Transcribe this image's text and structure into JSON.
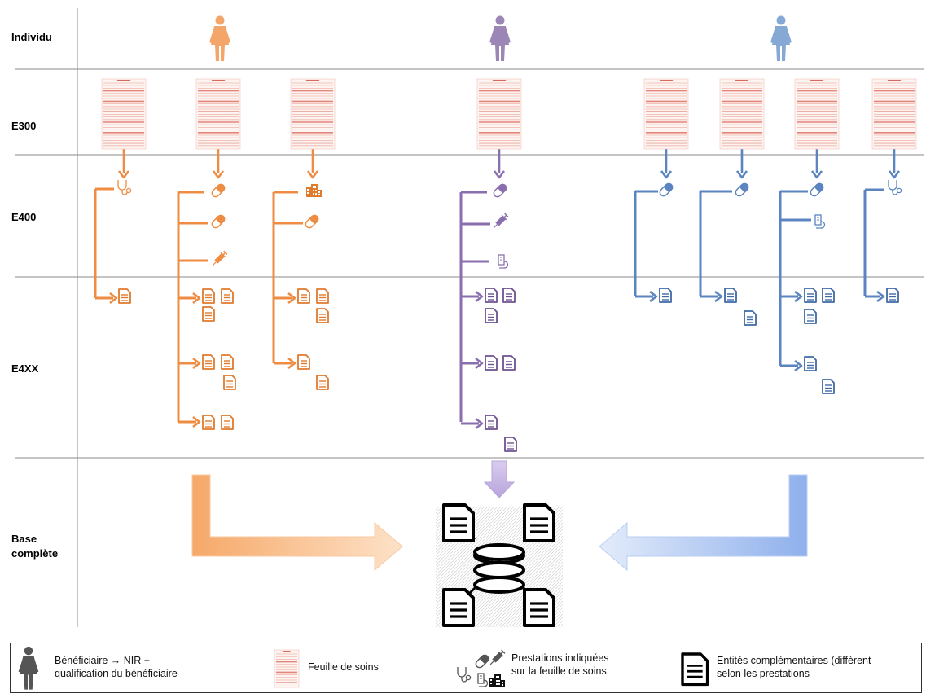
{
  "rows": [
    {
      "label": "Individu"
    },
    {
      "label": "E300"
    },
    {
      "label": "E400"
    },
    {
      "label": "E4XX"
    },
    {
      "label_line1": "Base",
      "label_line2": "complète"
    }
  ],
  "individuals": [
    {
      "color": "#f4a56a",
      "stroke": "#ee8c43",
      "doc": "#e07a2c"
    },
    {
      "color": "#9b86b5",
      "stroke": "#8a6fae",
      "doc": "#6d5291"
    },
    {
      "color": "#86a8d4",
      "stroke": "#5b84c0",
      "doc": "#3f6aa5"
    }
  ],
  "icons": {
    "person": "person-icon",
    "form": "care-sheet-form-icon",
    "stethoscope": "stethoscope-icon",
    "pill": "pill-icon",
    "syringe": "syringe-icon",
    "device": "medical-device-icon",
    "hospital": "hospital-icon",
    "document": "document-icon",
    "database": "database-icon"
  },
  "legend": {
    "beneficiary_line1": "Bénéficiaire → NIR +",
    "beneficiary_line2": "qualification du bénéficiaire",
    "sheet": "Feuille de soins",
    "services_line1": "Prestations indiquées",
    "services_line2": "sur la feuille de soins",
    "entities_line1": "Entités complémentaires (diffèrent",
    "entities_line2": "selon les prestations"
  }
}
